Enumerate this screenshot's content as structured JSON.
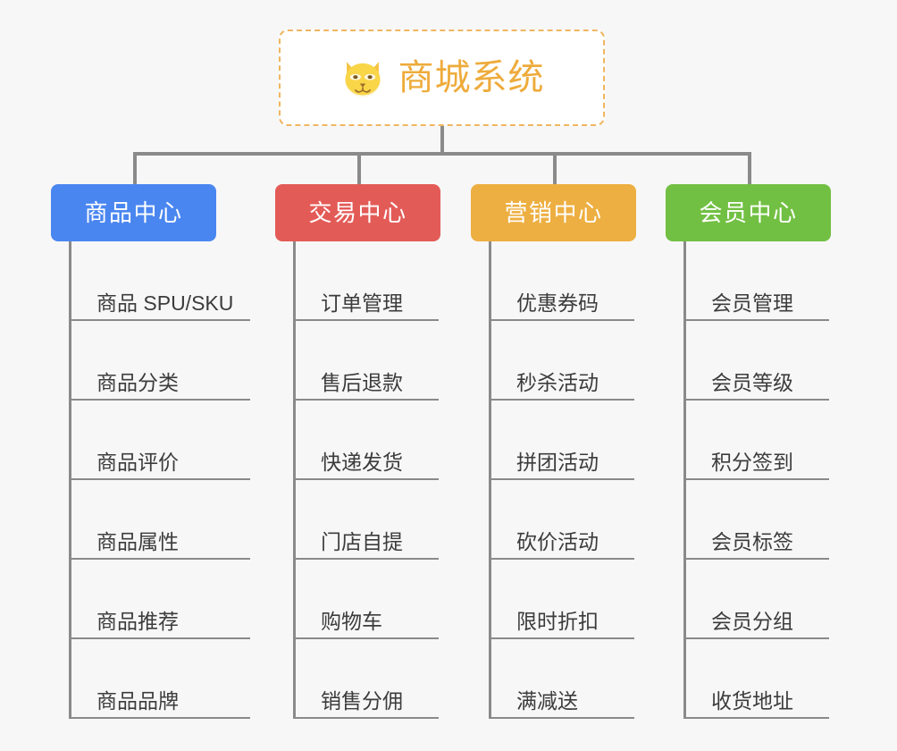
{
  "root": {
    "title": "商城系统",
    "icon": "shiba-dog-face-icon",
    "border_color": "#efb661",
    "text_color": "#eeab3b",
    "background": "#ffffff"
  },
  "canvas": {
    "background": "#f7f7f7",
    "connector_color": "#8a8a8a"
  },
  "columns": [
    {
      "key": "product-center",
      "title": "商品中心",
      "color": "#4a86f0",
      "items": [
        "商品 SPU/SKU",
        "商品分类",
        "商品评价",
        "商品属性",
        "商品推荐",
        "商品品牌"
      ]
    },
    {
      "key": "trade-center",
      "title": "交易中心",
      "color": "#e35b57",
      "items": [
        "订单管理",
        "售后退款",
        "快递发货",
        "门店自提",
        "购物车",
        "销售分佣"
      ]
    },
    {
      "key": "marketing-center",
      "title": "营销中心",
      "color": "#edaf41",
      "items": [
        "优惠券码",
        "秒杀活动",
        "拼团活动",
        "砍价活动",
        "限时折扣",
        "满减送"
      ]
    },
    {
      "key": "member-center",
      "title": "会员中心",
      "color": "#72c043",
      "items": [
        "会员管理",
        "会员等级",
        "积分签到",
        "会员标签",
        "会员分组",
        "收货地址"
      ]
    }
  ]
}
